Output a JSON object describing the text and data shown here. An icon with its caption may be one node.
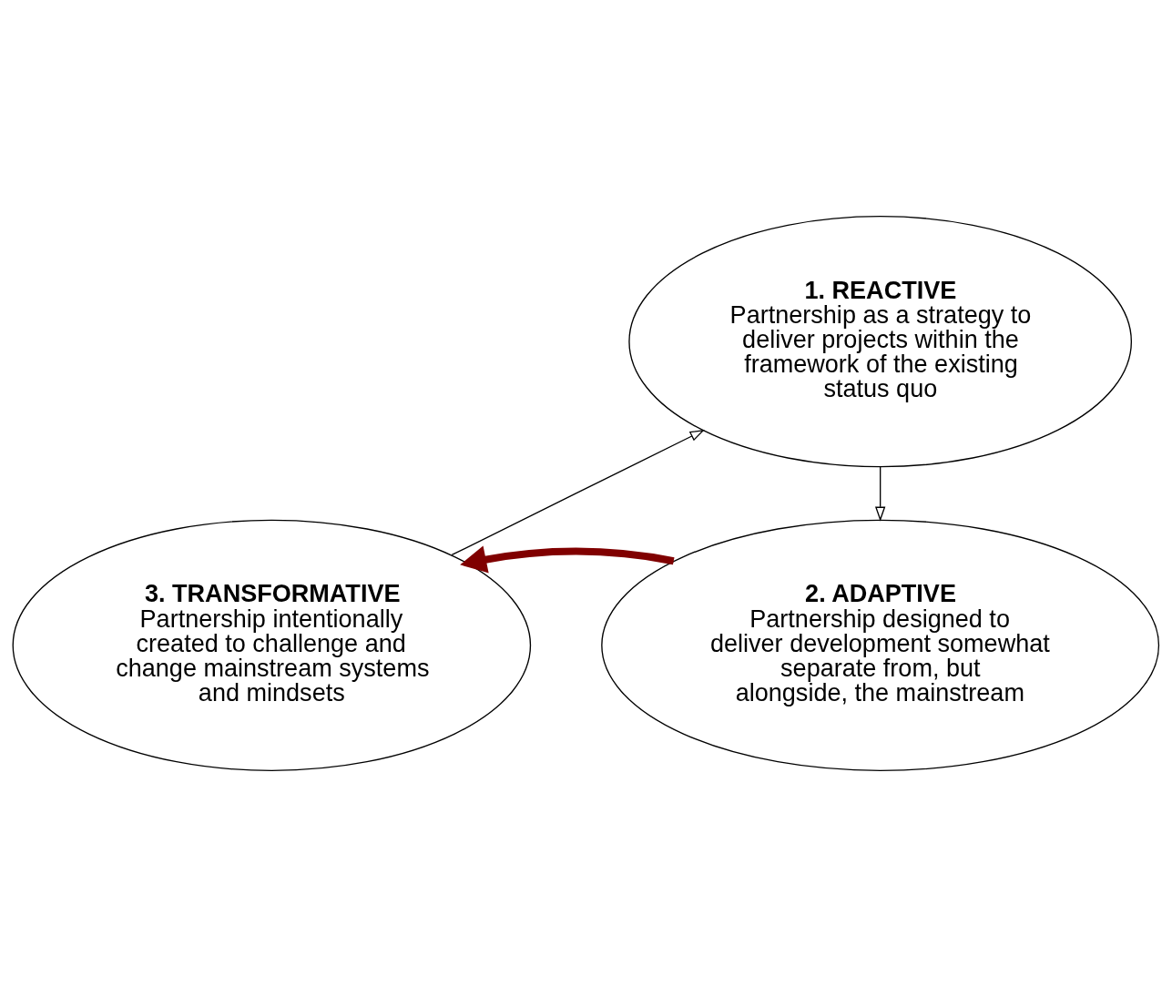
{
  "diagram": {
    "nodes": [
      {
        "text": [
          "1. REACTIVE",
          "Partnership as a strategy to deliver projects within the framework of the existing status quo"
        ]
      },
      {
        "text": [
          "2. ADAPTIVE",
          "Partnership designed to deliver development somewhat separate from, but alongside, the mainstream"
        ]
      },
      {
        "text": [
          "3. TRANSFORMATIVE",
          "Partnership intentionally created to challenge and change mainstream systems and mindsets"
        ]
      }
    ],
    "edges": [
      {
        "from": 0,
        "to": 1,
        "arrow": "to"
      },
      {
        "from": 1,
        "to": 2,
        "arrow": "to",
        "style": "thick",
        "color": "#800000"
      },
      {
        "from": 2,
        "to": 0,
        "arrow": "to"
      }
    ]
  }
}
